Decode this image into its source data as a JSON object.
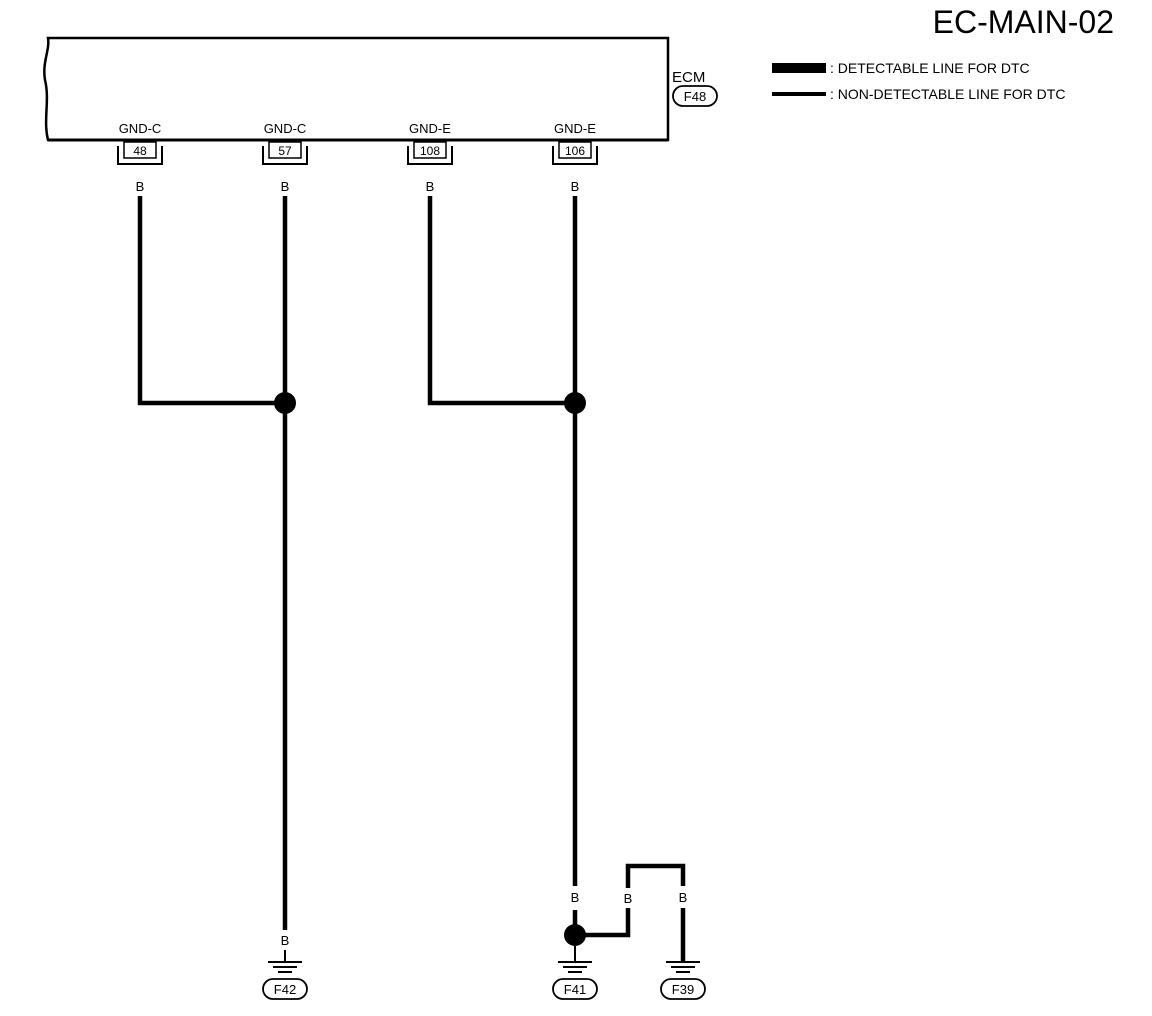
{
  "title": "EC-MAIN-02",
  "legend": {
    "detectable": ": DETECTABLE LINE FOR DTC",
    "non_detectable": ": NON-DETECTABLE LINE FOR DTC"
  },
  "ecm": {
    "label": "ECM",
    "connector": "F48",
    "terminals": [
      {
        "signal": "GND-C",
        "pin": "48",
        "wire": "B"
      },
      {
        "signal": "GND-C",
        "pin": "57",
        "wire": "B"
      },
      {
        "signal": "GND-E",
        "pin": "108",
        "wire": "B"
      },
      {
        "signal": "GND-E",
        "pin": "106",
        "wire": "B"
      }
    ]
  },
  "grounds": [
    {
      "id": "F42",
      "wire": "B"
    },
    {
      "id": "F41",
      "wire": "B"
    },
    {
      "id": "F39",
      "wire": "B"
    }
  ],
  "branch_wire": "B"
}
